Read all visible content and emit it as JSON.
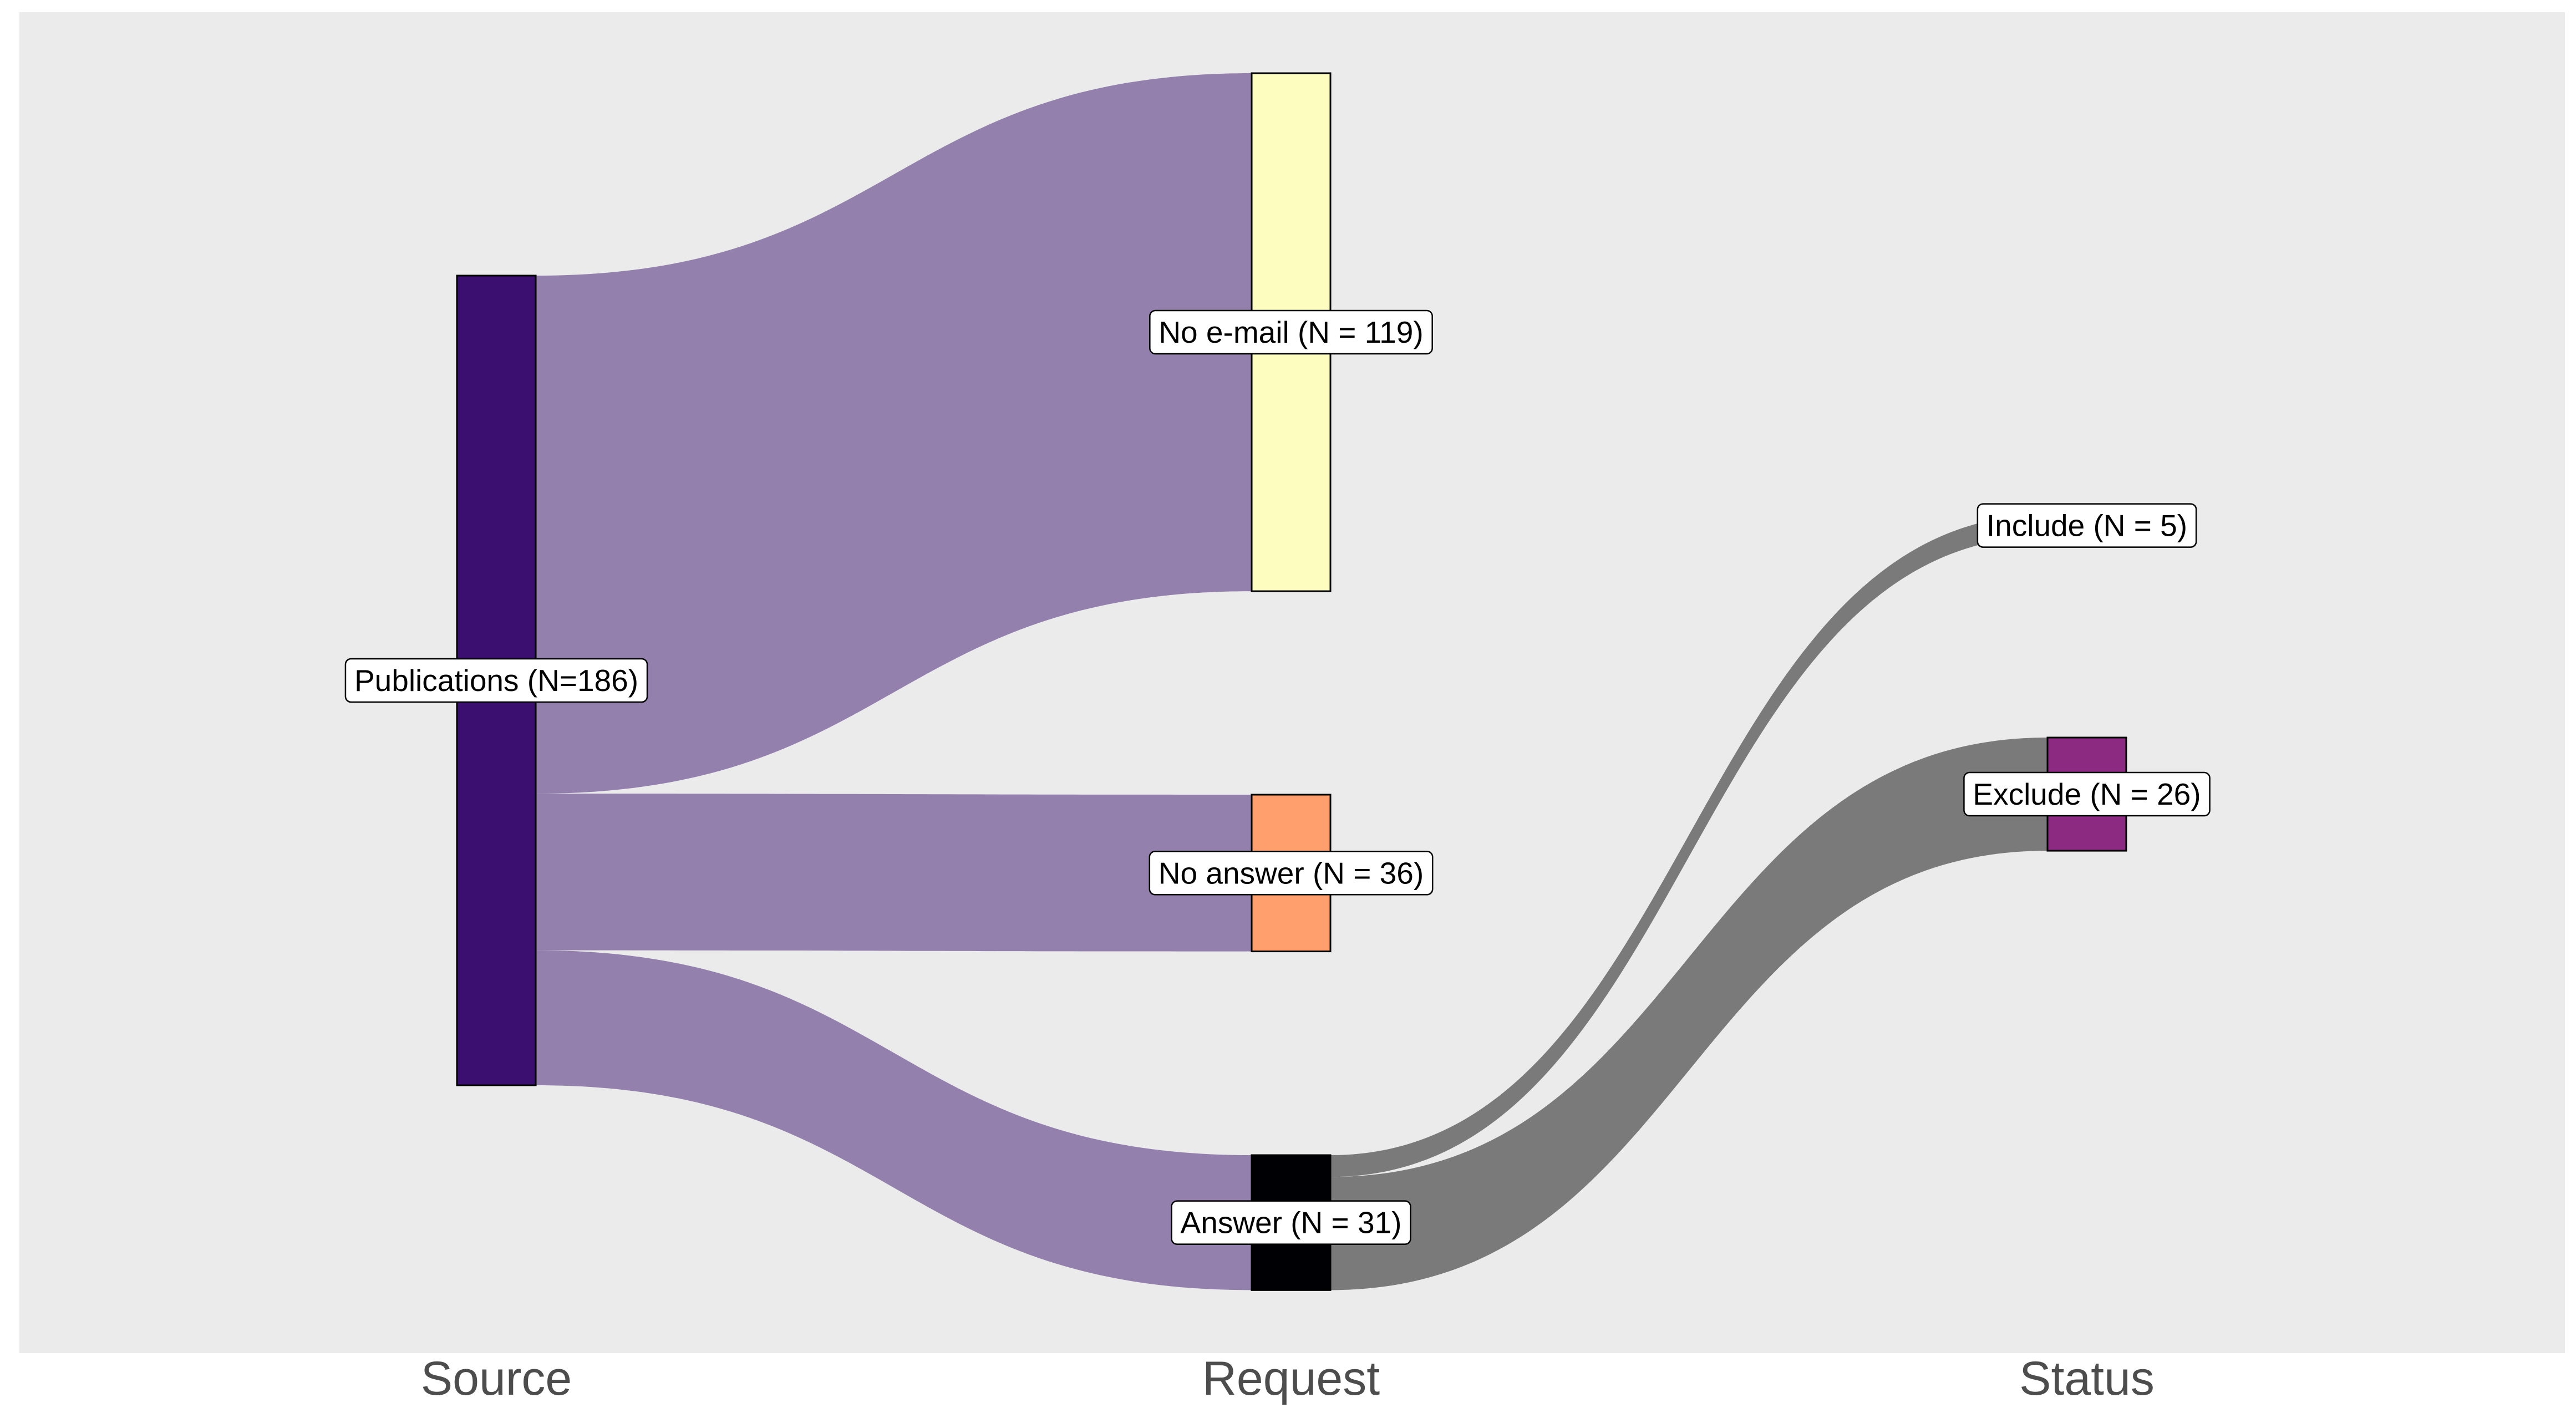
{
  "columns": [
    "Source",
    "Request",
    "Status"
  ],
  "nodes": [
    {
      "id": "publications",
      "label": "Publications (N=186)",
      "column": 0,
      "value": 186,
      "color": "#3b0f70"
    },
    {
      "id": "no_email",
      "label": "No e-mail (N = 119)",
      "column": 1,
      "value": 119,
      "color": "#fcfdbf"
    },
    {
      "id": "no_answer",
      "label": "No answer (N = 36)",
      "column": 1,
      "value": 36,
      "color": "#fe9f6d"
    },
    {
      "id": "answer",
      "label": "Answer (N = 31)",
      "column": 1,
      "value": 31,
      "color": "#000004"
    },
    {
      "id": "include",
      "label": "Include (N = 5)",
      "column": 2,
      "value": 5,
      "color": "#8c2981"
    },
    {
      "id": "exclude",
      "label": "Exclude (N = 26)",
      "column": 2,
      "value": 26,
      "color": "#8c2981"
    }
  ],
  "links": [
    {
      "source": "publications",
      "target": "no_email",
      "value": 119,
      "color": "#9480ad"
    },
    {
      "source": "publications",
      "target": "no_answer",
      "value": 36,
      "color": "#9480ad"
    },
    {
      "source": "publications",
      "target": "answer",
      "value": 31,
      "color": "#9480ad"
    },
    {
      "source": "answer",
      "target": "include",
      "value": 5,
      "color": "#7a7a7a"
    },
    {
      "source": "answer",
      "target": "exclude",
      "value": 26,
      "color": "#7a7a7a"
    }
  ],
  "colors": {
    "panel_background": "#ebebeb",
    "node_border": "#000000",
    "axis_text": "#4d4d4d"
  }
}
